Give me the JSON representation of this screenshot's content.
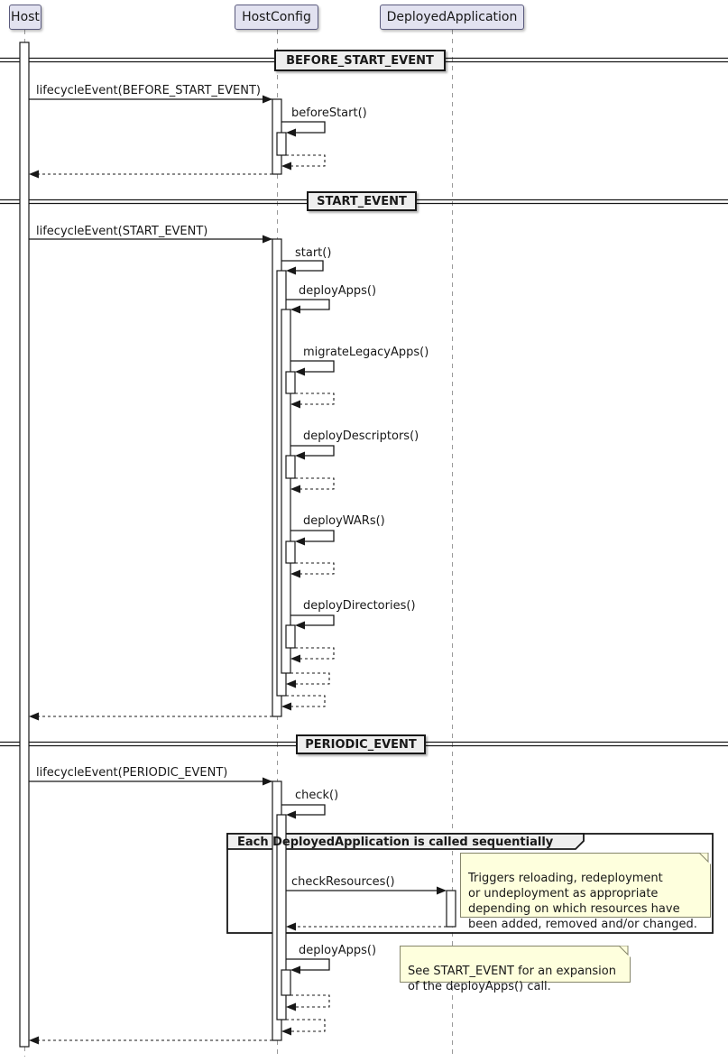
{
  "participants": [
    {
      "label": "Host"
    },
    {
      "label": "HostConfig"
    },
    {
      "label": "DeployedApplication"
    }
  ],
  "dividers": [
    {
      "label": "BEFORE_START_EVENT"
    },
    {
      "label": "START_EVENT"
    },
    {
      "label": "PERIODIC_EVENT"
    }
  ],
  "messages": [
    {
      "label": "lifecycleEvent(BEFORE_START_EVENT)"
    },
    {
      "label": "beforeStart()"
    },
    {
      "label": "lifecycleEvent(START_EVENT)"
    },
    {
      "label": "start()"
    },
    {
      "label": "deployApps()"
    },
    {
      "label": "migrateLegacyApps()"
    },
    {
      "label": "deployDescriptors()"
    },
    {
      "label": "deployWARs()"
    },
    {
      "label": "deployDirectories()"
    },
    {
      "label": "lifecycleEvent(PERIODIC_EVENT)"
    },
    {
      "label": "check()"
    },
    {
      "label": "checkResources()"
    },
    {
      "label": "deployApps()"
    }
  ],
  "frame": {
    "label": "Each DeployedApplication is called sequentially"
  },
  "notes": [
    {
      "text": "Triggers reloading, redeployment\nor undeployment as appropriate\ndepending on which resources have\nbeen added, removed and/or changed."
    },
    {
      "text": "See START_EVENT for an expansion\nof the deployApps() call."
    }
  ],
  "colors": {
    "participant_fill": "#E2E2F0",
    "divider_fill": "#EEEEEE",
    "note_fill": "#FEFFDD",
    "line": "#181818",
    "lifeline": "#999999"
  }
}
